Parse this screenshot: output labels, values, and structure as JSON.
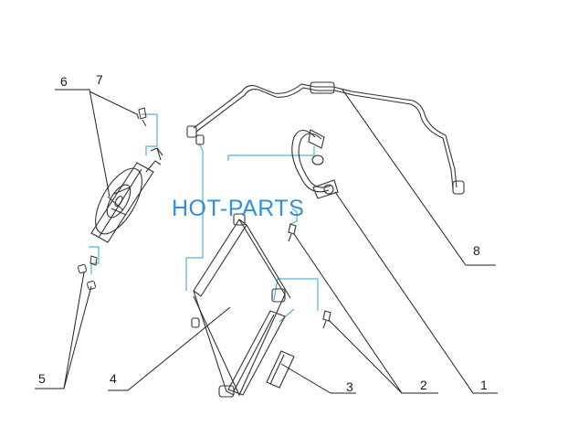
{
  "diagram": {
    "callouts": [
      "1",
      "2",
      "3",
      "4",
      "5",
      "6",
      "7",
      "8"
    ],
    "watermark": "HOT-PARTS",
    "colors": {
      "line": "#333333",
      "leader": "#222222",
      "guide": "#4fb4d8",
      "watermark": "#2f8fe0"
    }
  }
}
